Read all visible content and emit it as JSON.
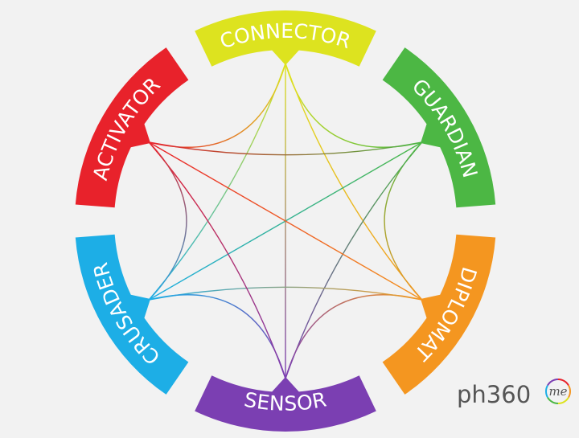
{
  "wheel": {
    "segments": [
      {
        "id": "connector",
        "label": "CONNECTOR",
        "color": "#dde31f"
      },
      {
        "id": "guardian",
        "label": "GUARDIAN",
        "color": "#4cb744"
      },
      {
        "id": "diplomat",
        "label": "DIPLOMAT",
        "color": "#f49620"
      },
      {
        "id": "sensor",
        "label": "SENSOR",
        "color": "#7b3fb2"
      },
      {
        "id": "crusader",
        "label": "CRUSADER",
        "color": "#1daee6"
      },
      {
        "id": "activator",
        "label": "ACTIVATOR",
        "color": "#e8222b"
      }
    ]
  },
  "logo": {
    "text": "ph360",
    "badge": "me",
    "ring_colors": [
      "#e8222b",
      "#f49620",
      "#dde31f",
      "#4cb744",
      "#1daee6",
      "#7b3fb2"
    ]
  }
}
